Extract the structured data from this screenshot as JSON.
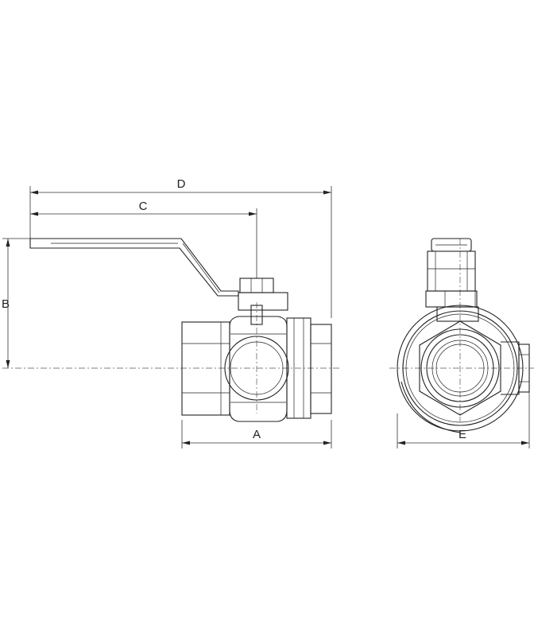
{
  "dimensions": {
    "a": "A",
    "b": "B",
    "c": "C",
    "d": "D",
    "e": "E"
  },
  "colors": {
    "line": "#222222",
    "background": "#ffffff"
  }
}
